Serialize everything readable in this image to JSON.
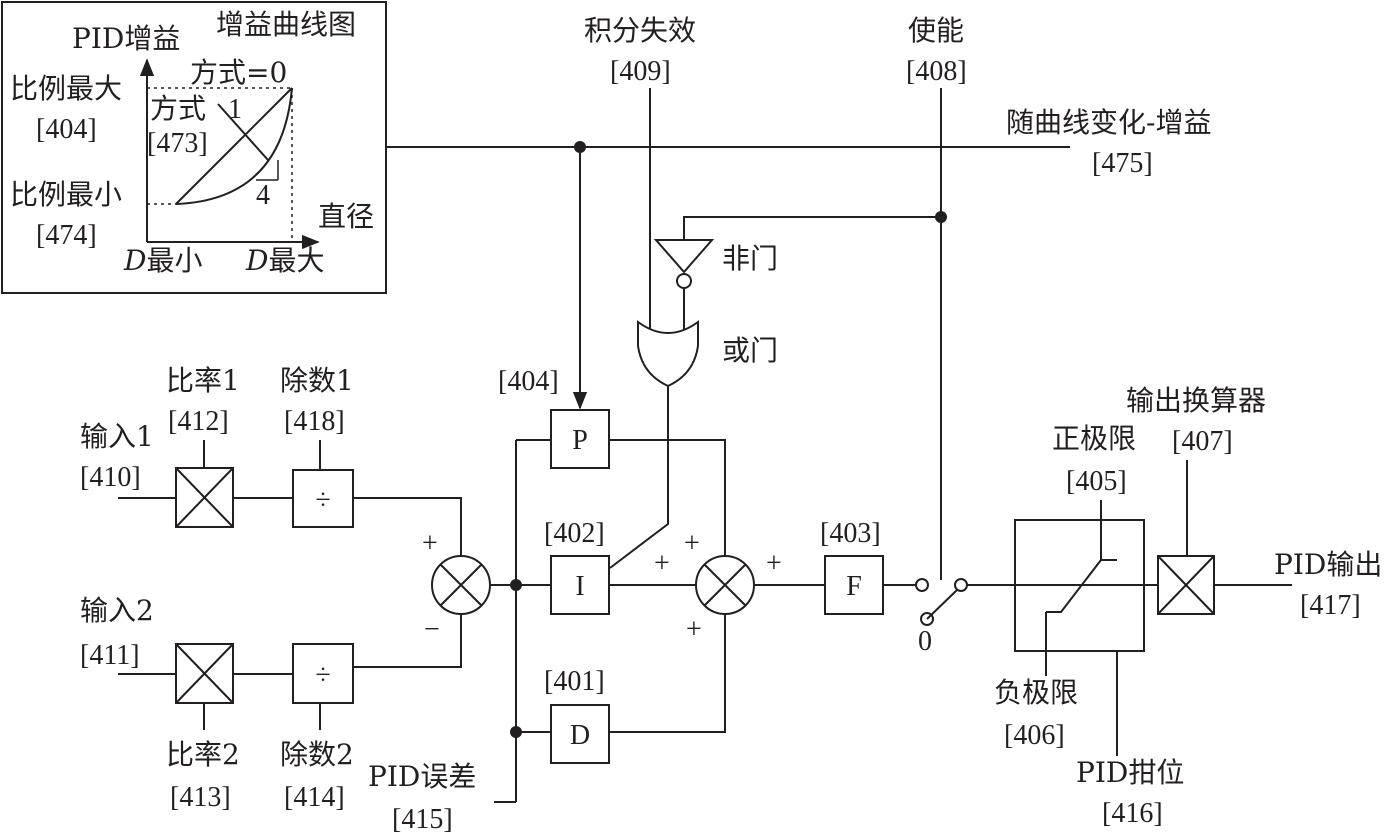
{
  "inset": {
    "title": "增益曲线图",
    "y_axis": "PID增益",
    "x_axis": "直径",
    "prop_max": "比例最大",
    "prop_max_id": "[404]",
    "prop_min": "比例最小",
    "prop_min_id": "[474]",
    "mode_eq0": "方式=0",
    "mode": "方式",
    "mode_id": "[473]",
    "curve_1": "1",
    "curve_4": "4",
    "d_var": "D",
    "d_min": "最小",
    "d_max": "最大"
  },
  "top": {
    "integral_disable": "积分失效",
    "integral_disable_id": "[409]",
    "enable": "使能",
    "enable_id": "[408]",
    "gain_follow": "随曲线变化-增益",
    "gain_follow_id": "[475]",
    "not_gate": "非门",
    "or_gate": "或门",
    "p_ref_id": "[404]"
  },
  "inputs": {
    "ratio1": "比率1",
    "ratio1_id": "[412]",
    "divider1": "除数1",
    "divider1_id": "[418]",
    "input1": "输入1",
    "input1_id": "[410]",
    "input2": "输入2",
    "input2_id": "[411]",
    "ratio2": "比率2",
    "ratio2_id": "[413]",
    "divider2": "除数2",
    "divider2_id": "[414]",
    "divide_symbol": "÷",
    "plus": "+",
    "minus": "−"
  },
  "pid": {
    "p": "P",
    "i": "I",
    "d": "D",
    "f": "F",
    "i_id": "[402]",
    "d_id": "[401]",
    "f_id": "[403]",
    "error": "PID误差",
    "error_id": "[415]",
    "plus_top": "+",
    "plus_left": "+",
    "plus_bottom": "+",
    "plus_out": "+",
    "zero": "0"
  },
  "output": {
    "scaler": "输出换算器",
    "scaler_id": "[407]",
    "pos_limit": "正极限",
    "pos_limit_id": "[405]",
    "neg_limit": "负极限",
    "neg_limit_id": "[406]",
    "clamp": "PID拑位",
    "clamp_id": "[416]",
    "pid_output": "PID输出",
    "pid_output_id": "[417]"
  }
}
